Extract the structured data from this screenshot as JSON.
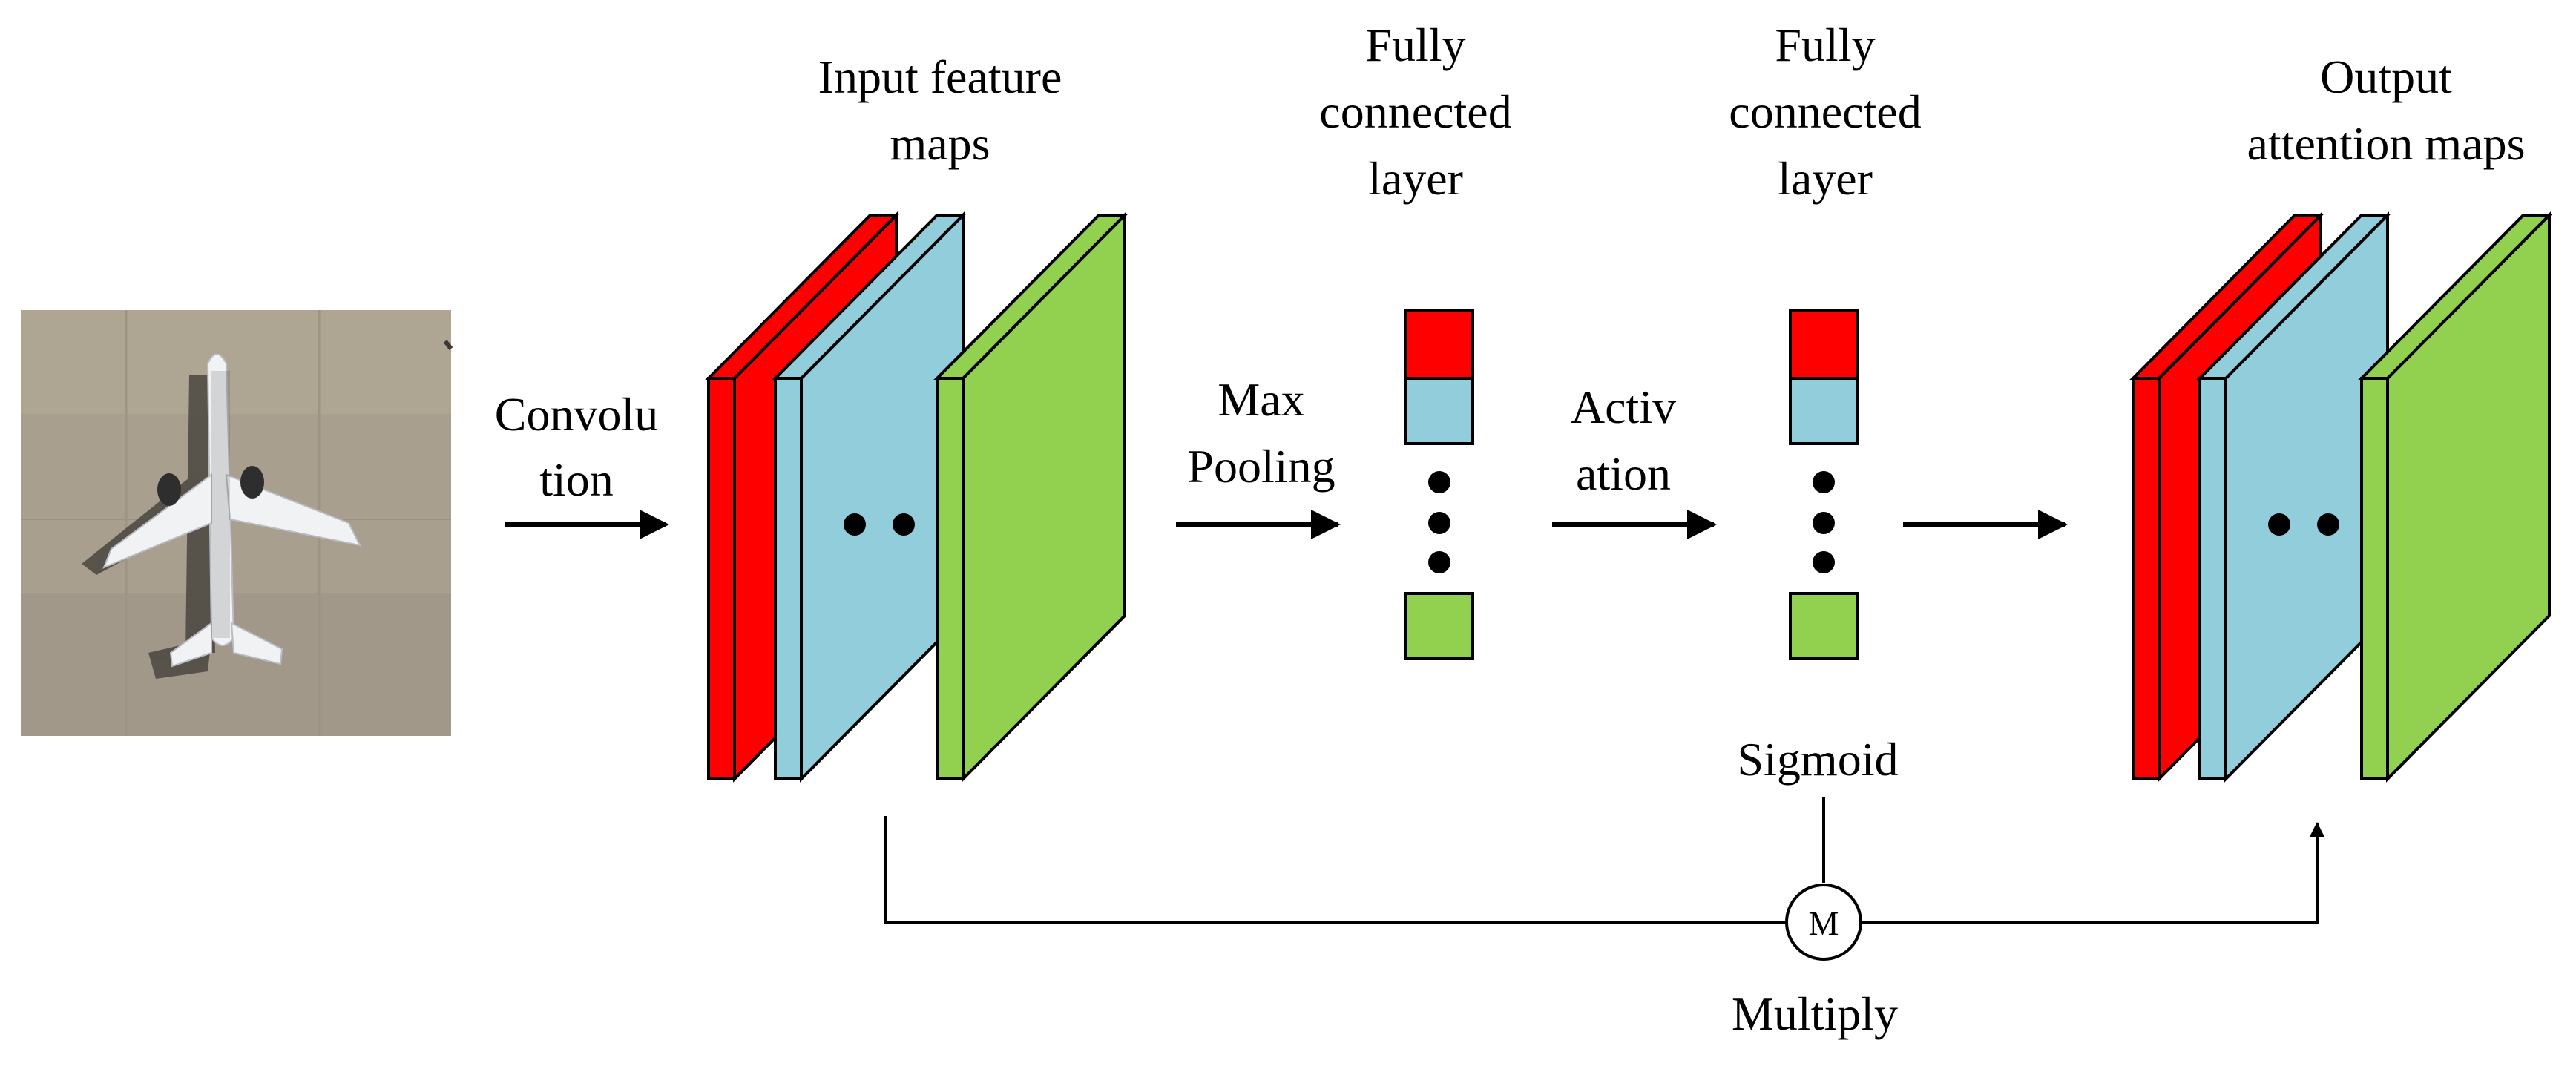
{
  "labels": {
    "input_feature_maps": [
      "Input feature",
      "maps"
    ],
    "fc_layer_1": [
      "Fully",
      "connected",
      "layer"
    ],
    "fc_layer_2": [
      "Fully",
      "connected",
      "layer"
    ],
    "output_attention_maps": [
      "Output",
      "attention maps"
    ],
    "convolution": [
      "Convolu",
      "tion"
    ],
    "max_pooling": [
      "Max",
      "Pooling"
    ],
    "activation": [
      "Activ",
      "ation"
    ],
    "sigmoid": "Sigmoid",
    "multiply": "Multiply",
    "multiply_symbol": "M"
  },
  "colors": {
    "red": "#ff0000",
    "blue": "#92cddc",
    "green": "#92d050",
    "stroke": "#000000"
  },
  "icons": {
    "input_image": "airplane-aerial-photo",
    "arrows": "arrow-right-icon",
    "multiply_node": "multiply-circle-icon"
  }
}
